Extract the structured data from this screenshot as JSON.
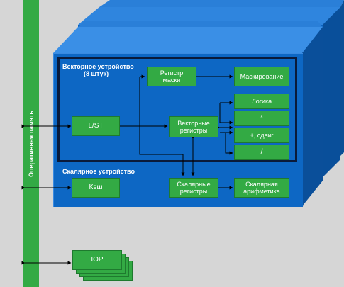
{
  "memory": {
    "label": "Оперативная память"
  },
  "vector_unit": {
    "label_line1": "Векторное устройство",
    "label_line2": "(8 штук)"
  },
  "scalar_unit": {
    "label": "Скалярное устройство"
  },
  "blocks": {
    "mask_register": {
      "line1": "Регистр",
      "line2": "маски"
    },
    "masking": "Маскирование",
    "logic": "Логика",
    "multiply": "*",
    "add_shift": "+, сдвиг",
    "divide": "/",
    "load_store": "L/ST",
    "vector_registers": {
      "line1": "Векторные",
      "line2": "регистры"
    },
    "cache": "Кэш",
    "scalar_registers": {
      "line1": "Скалярные",
      "line2": "регистры"
    },
    "scalar_arithmetic": {
      "line1": "Скалярная",
      "line2": "арифметика"
    },
    "iop": "IOP"
  },
  "colors": {
    "blue": "#0a66c2",
    "green": "#33aa44",
    "background": "#d6d6d6",
    "frame": "#0a1a3a"
  }
}
